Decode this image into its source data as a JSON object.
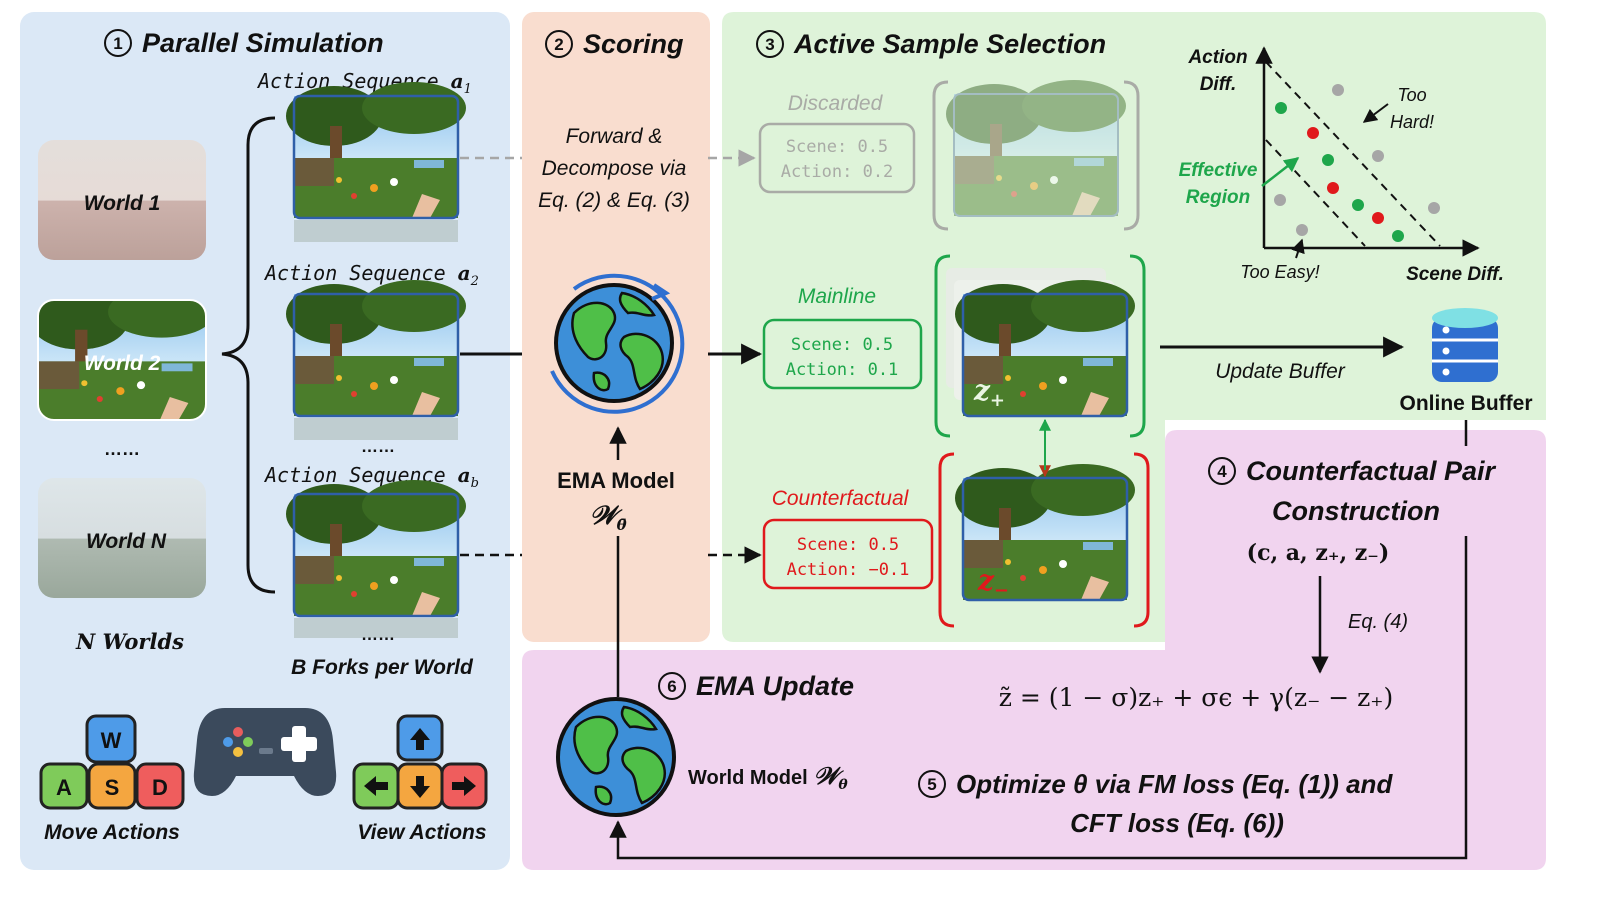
{
  "panels": {
    "simulation": {
      "num": "1",
      "title": "Parallel Simulation"
    },
    "scoring": {
      "num": "2",
      "title": "Scoring"
    },
    "selection": {
      "num": "3",
      "title": "Active Sample Selection"
    },
    "counterfactual": {
      "num": "4",
      "title_line1": "Counterfactual Pair",
      "title_line2": "Construction"
    },
    "optimize": {
      "num": "5",
      "line1": "Optimize θ via FM loss (Eq. (1)) and",
      "line2": "CFT loss (Eq. (6))"
    },
    "ema_update": {
      "num": "6",
      "title": "EMA Update"
    }
  },
  "worlds": {
    "items": [
      "World 1",
      "World 2",
      "World N"
    ],
    "ellipsis": "……",
    "footer": "N Worlds"
  },
  "sequences": {
    "items": [
      {
        "prefix": "Action  Sequence ",
        "var": "a",
        "sub": "1"
      },
      {
        "prefix": "Action  Sequence ",
        "var": "a",
        "sub": "2"
      },
      {
        "prefix": "Action  Sequence ",
        "var": "a",
        "sub": "b"
      }
    ],
    "ellipsis": "……",
    "footer": "B Forks per World"
  },
  "controls": {
    "move_keys": [
      "W",
      "A",
      "S",
      "D"
    ],
    "move_label": "Move Actions",
    "view_label": "View Actions",
    "colors": {
      "w": "#4e9be8",
      "a": "#7fcb5a",
      "s": "#f4a640",
      "d": "#ef5d5d",
      "pad": "#3b4a5c"
    }
  },
  "scoring": {
    "line1": "Forward &",
    "line2": "Decompose via",
    "line3": "Eq. (2) & Eq. (3)",
    "ema_label": "EMA Model",
    "ema_symbol": "𝒲",
    "ema_sub": "θ̄"
  },
  "selection": {
    "discarded": {
      "label": "Discarded",
      "scene": "Scene: 0.5",
      "action": "Action: 0.2",
      "color": "#a9aba6"
    },
    "mainline": {
      "label": "Mainline",
      "scene": "Scene: 0.5",
      "action": "Action: 0.1",
      "color": "#1ea64b"
    },
    "counterfactual": {
      "label": "Counterfactual",
      "scene": "Scene: 0.5",
      "action": "Action: −0.1",
      "color": "#e0191c"
    },
    "z_plus": "z",
    "z_plus_sub": "+",
    "z_minus": "z",
    "z_minus_sub": "−",
    "update_buffer": "Update Buffer",
    "online_buffer": "Online Buffer"
  },
  "scatter": {
    "y_label_line1": "Action",
    "y_label_line2": "Diff.",
    "x_label": "Scene Diff.",
    "too_hard_line1": "Too",
    "too_hard_line2": "Hard!",
    "too_easy": "Too Easy!",
    "effective_line1": "Effective",
    "effective_line2": "Region"
  },
  "counterfactual": {
    "tuple": "(c, a, z₊, z₋)",
    "eq_ref": "Eq. (4)",
    "formula": "z̃ = (1 − σ)z₊ + σϵ + γ(z₋ − z₊)"
  },
  "ema_update": {
    "world_label": "World Model ",
    "world_symbol": "𝒲",
    "world_sub": "θ"
  },
  "colors": {
    "panel_blue": "#dbe8f6",
    "panel_orange": "#f9ddcf",
    "panel_green": "#def3d9",
    "panel_pink": "#f1d4ef"
  }
}
